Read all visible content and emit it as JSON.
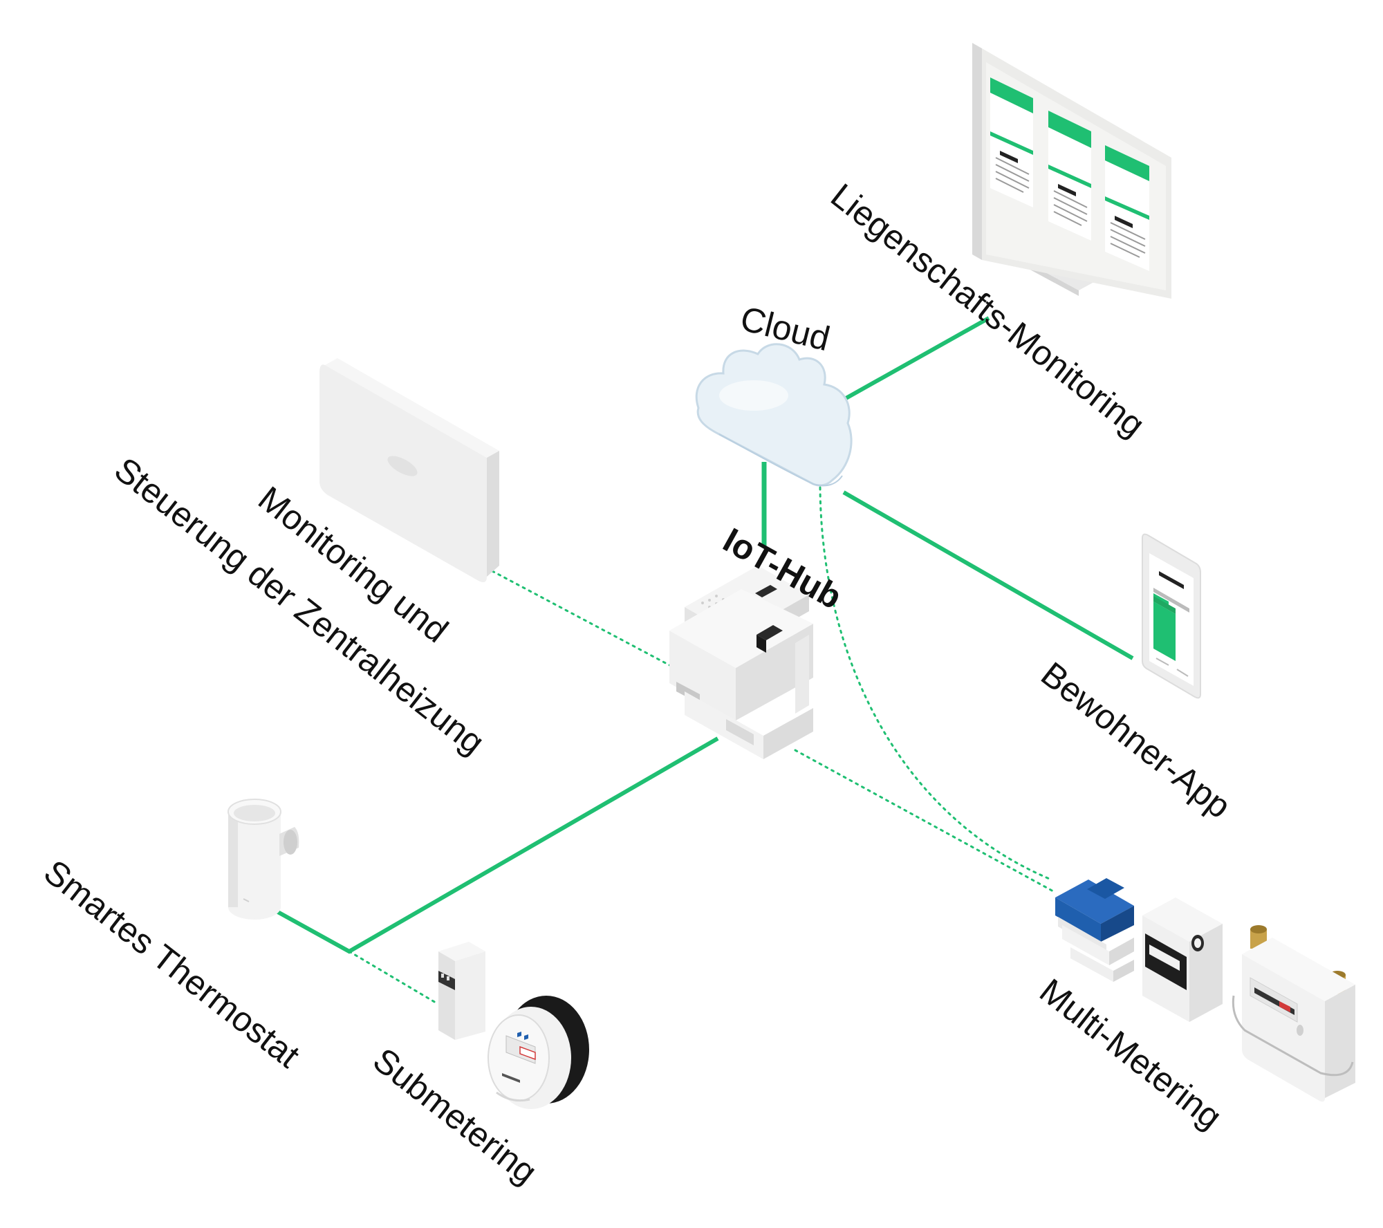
{
  "diagram": {
    "colors": {
      "link": "#1fbf72",
      "device": "#ededed",
      "device_shade": "#d6d6d6",
      "accent_blue": "#1f5fae",
      "screen": "#ececea",
      "label": "#111111"
    },
    "nodes": {
      "cloud": {
        "label": "Cloud",
        "icon": "cloud-icon"
      },
      "iot_hub": {
        "label": "IoT-Hub",
        "icon": "iot-hub-device-icon"
      },
      "property_monitoring": {
        "label": "Liegenschafts-Monitoring",
        "icon": "monitor-dashboard-icon"
      },
      "resident_app": {
        "label": "Bewohner-App",
        "icon": "smartphone-app-icon"
      },
      "heating": {
        "label_line1": "Monitoring und",
        "label_line2": "Steuerung der Zentralheizung",
        "icon": "heating-controller-box-icon"
      },
      "thermostat": {
        "label": "Smartes Thermostat",
        "icon": "radiator-thermostat-icon"
      },
      "submetering": {
        "label": "Submetering",
        "icon": "heat-water-meter-icon"
      },
      "multimetering": {
        "label": "Multi-Metering",
        "icon": "electricity-gas-meter-icon"
      }
    },
    "links": [
      {
        "from": "cloud",
        "to": "property_monitoring",
        "style": "solid"
      },
      {
        "from": "cloud",
        "to": "resident_app",
        "style": "solid"
      },
      {
        "from": "cloud",
        "to": "iot_hub",
        "style": "solid"
      },
      {
        "from": "iot_hub",
        "to": "thermostat",
        "style": "solid"
      },
      {
        "from": "iot_hub",
        "to": "heating",
        "style": "dotted"
      },
      {
        "from": "iot_hub",
        "to": "multimetering",
        "style": "dotted"
      },
      {
        "from": "cloud",
        "to": "multimetering",
        "style": "dotted"
      },
      {
        "from": "thermostat",
        "to": "submetering",
        "style": "dotted"
      }
    ]
  }
}
